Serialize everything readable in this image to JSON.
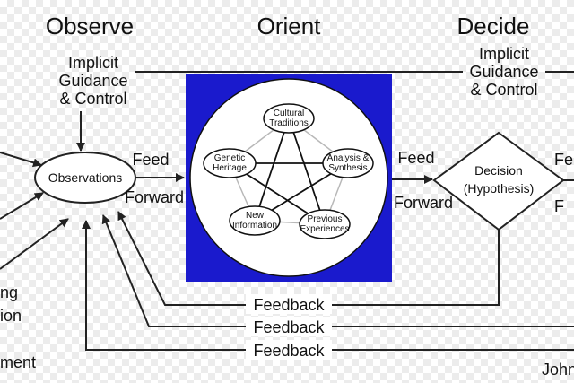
{
  "headers": {
    "observe": "Observe",
    "orient": "Orient",
    "decide": "Decide"
  },
  "guidance_left": [
    "Implicit",
    "Guidance",
    "& Control"
  ],
  "guidance_right": [
    "Implicit",
    "Guidance",
    "& Control"
  ],
  "observations": "Observations",
  "feed_forward_1": [
    "Feed",
    "Forward"
  ],
  "feed_forward_2": [
    "Feed",
    "Forward"
  ],
  "decision": [
    "Decision",
    "(Hypothesis)"
  ],
  "orient_nodes": {
    "cultural": [
      "Cultural",
      "Traditions"
    ],
    "genetic": [
      "Genetic",
      "Heritage"
    ],
    "analysis": [
      "Analysis &",
      "Synthesis"
    ],
    "new_info": [
      "New",
      "Information"
    ],
    "previous": [
      "Previous",
      "Experiences"
    ]
  },
  "feedback": [
    "Feedback",
    "Feedback",
    "Feedback"
  ],
  "left_partial": [
    "ng",
    "ion",
    "ment"
  ],
  "right_partial": {
    "fe": "Fe",
    "f": "F",
    "john": "John"
  },
  "colors": {
    "orient_box": "#1a1acd",
    "line": "#222222"
  }
}
